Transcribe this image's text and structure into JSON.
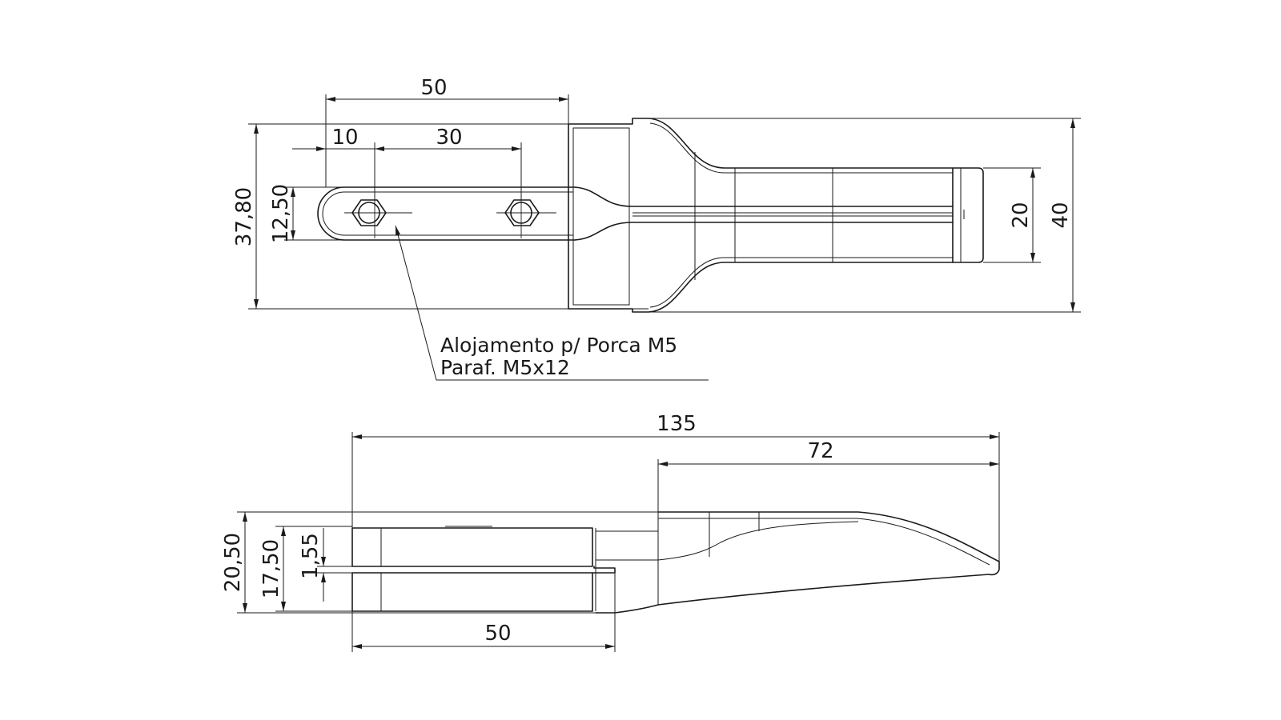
{
  "top_view": {
    "dims": {
      "width_overall": "50",
      "offset_hole": "10",
      "hole_spacing": "30",
      "height_overall": "37,80",
      "slot_height": "12,50",
      "grip_inner": "20",
      "grip_outer": "40"
    },
    "note": {
      "line1": "Alojamento p/ Porca M5",
      "line2": "Paraf. M5x12"
    }
  },
  "side_view": {
    "dims": {
      "length_overall": "135",
      "handle_length": "72",
      "base_length": "50",
      "height_overall": "20,50",
      "body_height": "17,50",
      "gap": "1,55"
    }
  }
}
